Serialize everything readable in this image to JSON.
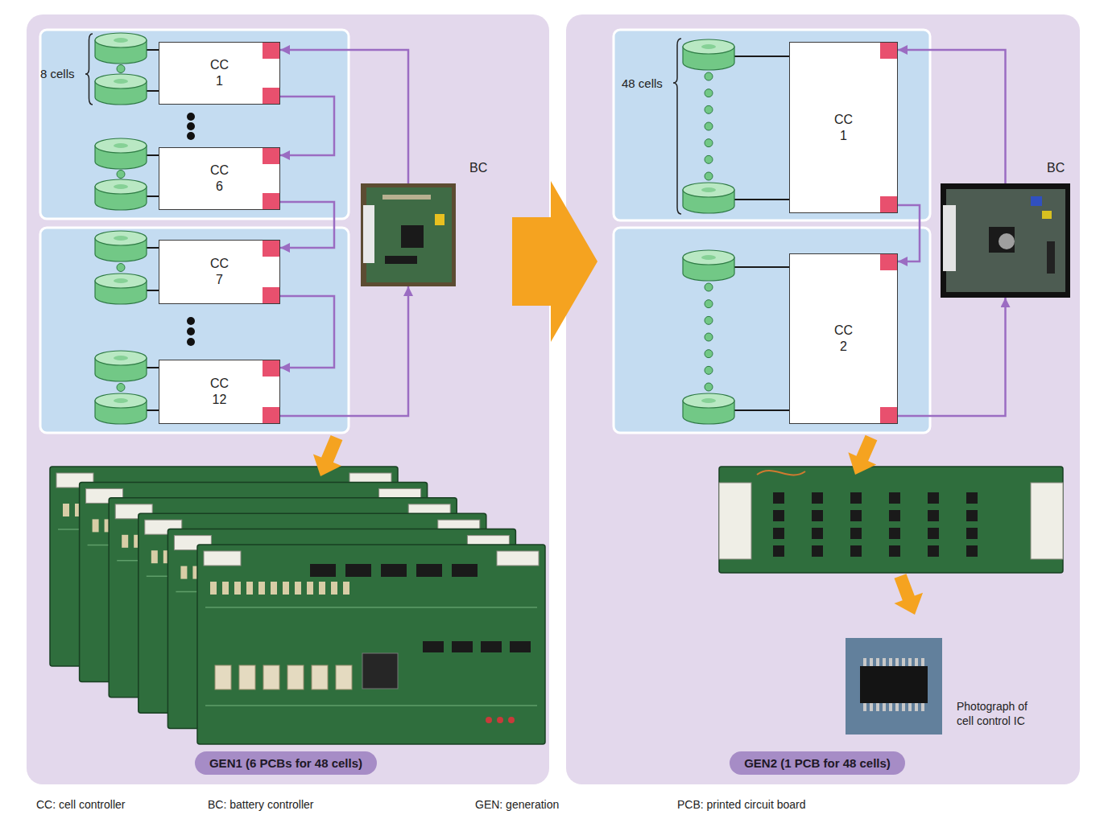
{
  "diagram": {
    "nodes": [
      {
        "text": [
          "GEN1 (6 PCBs for 48 cells)"
        ]
      },
      {
        "text": [
          "CC 1"
        ],
        "in": 0
      },
      {
        "text": [
          "CC 6"
        ],
        "in": 0
      },
      {
        "text": [
          "CC 7"
        ],
        "in": 0
      },
      {
        "text": [
          "CC 12"
        ],
        "in": 0
      },
      {
        "text": [
          "BC"
        ],
        "in": 0
      },
      {
        "text": [
          "GEN2 (1 PCB for 48 cells)"
        ]
      },
      {
        "text": [
          "CC 1"
        ],
        "in": 6
      },
      {
        "text": [
          "CC 2"
        ],
        "in": 6
      },
      {
        "text": [
          "BC"
        ],
        "in": 6
      }
    ],
    "edges": [
      {
        "from": 5,
        "to": 1,
        "arrow": "to"
      },
      {
        "from": 1,
        "to": 2,
        "arrow": "to"
      },
      {
        "from": 2,
        "to": 3,
        "arrow": "to"
      },
      {
        "from": 3,
        "to": 4,
        "arrow": "to"
      },
      {
        "from": 4,
        "to": 5,
        "arrow": "to"
      },
      {
        "from": 0,
        "to": 6,
        "arrow": "to"
      },
      {
        "from": 9,
        "to": 7,
        "arrow": "to"
      },
      {
        "from": 7,
        "to": 8,
        "arrow": "to"
      },
      {
        "from": 8,
        "to": 9,
        "arrow": "to"
      }
    ],
    "labels": [
      "8 cells",
      "48 cells",
      "Photograph of cell control IC",
      "CC: cell controller",
      "BC: battery controller",
      "GEN: generation",
      "PCB: printed circuit board"
    ]
  }
}
